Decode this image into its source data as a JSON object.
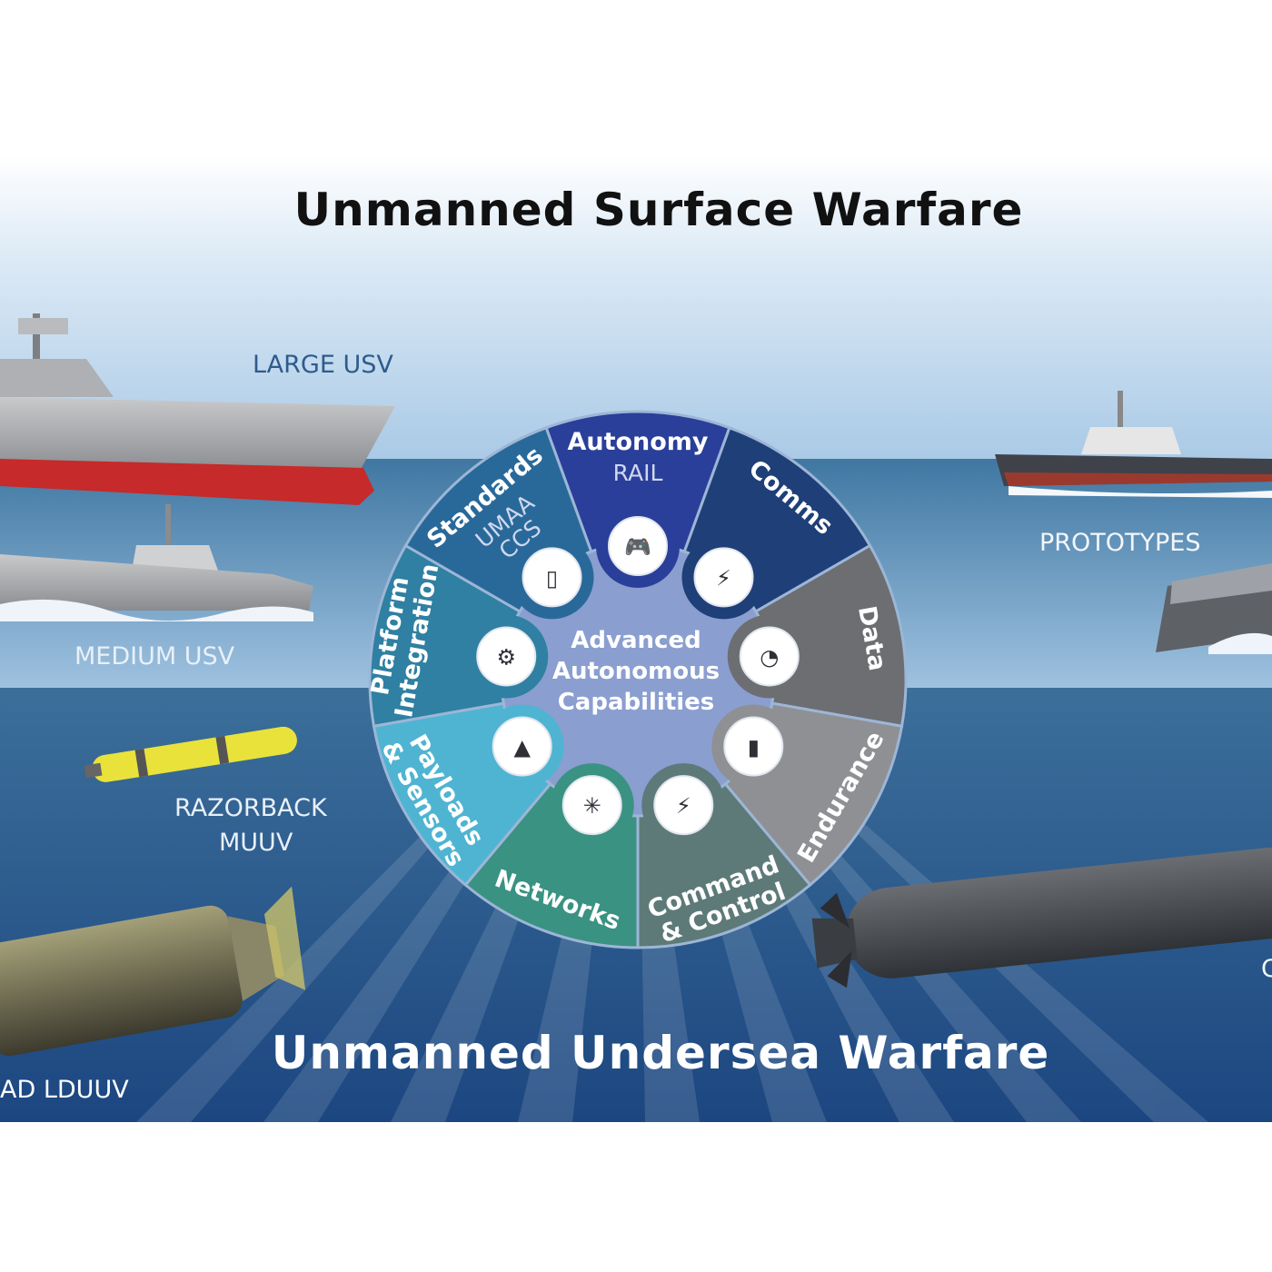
{
  "surface_title": "Unmanned Surface Warfare",
  "undersea_title": "Unmanned Undersea Warfare",
  "vehicles": {
    "large_usv": "LARGE USV",
    "medium_usv": "MEDIUM USV",
    "razorback_line1": "RAZORBACK",
    "razorback_line2": "MUUV",
    "lduuv": "AD LDUUV",
    "prototypes": "PROTOTYPES",
    "right_cut": "C"
  },
  "wheel": {
    "center_line1": "Advanced",
    "center_line2": "Autonomous",
    "center_line3": "Capabilities",
    "segments": [
      {
        "label": "Autonomy",
        "sub": [
          "RAIL"
        ],
        "color": "#2a3f9a",
        "icon": "remote-controller-icon"
      },
      {
        "label": "Comms",
        "sub": [],
        "color": "#1f3f78",
        "icon": "radio-tower-icon"
      },
      {
        "label": "Data",
        "sub": [],
        "color": "#6c6e72",
        "icon": "pie-chart-icon"
      },
      {
        "label": "Endurance",
        "sub": [],
        "color": "#8f9094",
        "icon": "battery-icon"
      },
      {
        "label": "Command & Control",
        "sub": [],
        "color": "#5d7a78",
        "icon": "antenna-tower-icon"
      },
      {
        "label": "Networks",
        "sub": [],
        "color": "#3a9282",
        "icon": "network-hub-icon"
      },
      {
        "label": "Payloads & Sensors",
        "sub": [],
        "color": "#4fb4d2",
        "icon": "pyramid-sensor-icon"
      },
      {
        "label": "Platform Integration",
        "sub": [],
        "color": "#2f80a2",
        "icon": "gear-icon"
      },
      {
        "label": "Standards",
        "sub": [
          "UMAA",
          "CCS"
        ],
        "color": "#29699a",
        "icon": "document-check-icon"
      }
    ]
  },
  "colors": {
    "sky_top": "#ffffff",
    "sky": "#a9c9e6",
    "sea": "#4d82ab",
    "deep": "#1f4c82",
    "title_dark": "#111111",
    "label_blue": "#2e5b8c"
  }
}
